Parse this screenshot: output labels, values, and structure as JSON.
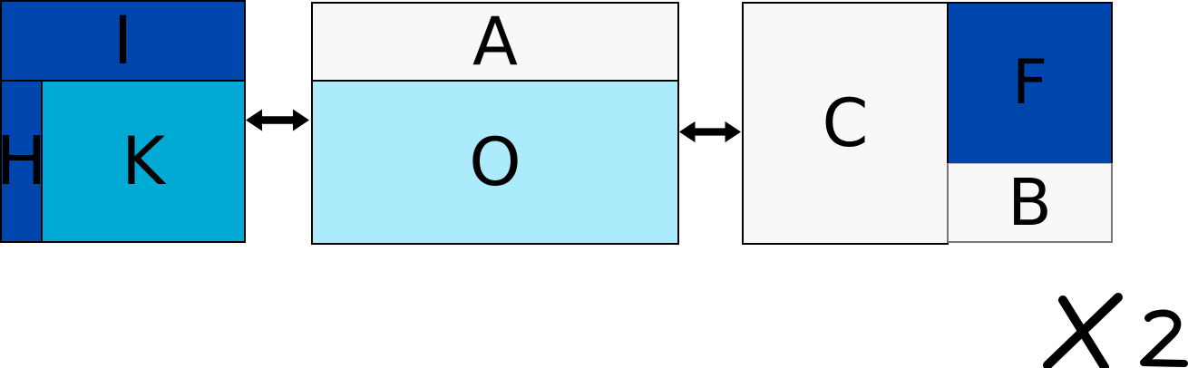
{
  "colors": {
    "dark_blue": "#0046ad",
    "cyan": "#00aad4",
    "light_cyan": "#abebfc",
    "panel": "#f8f8f8",
    "arrow": "#000000",
    "background": "#ffffff"
  },
  "left_group": {
    "i": {
      "label": "I"
    },
    "h": {
      "label": "H"
    },
    "k": {
      "label": "K"
    }
  },
  "middle_group": {
    "a": {
      "label": "A"
    },
    "o": {
      "label": "O"
    }
  },
  "right_group": {
    "c": {
      "label": "C"
    },
    "f": {
      "label": "F"
    },
    "b": {
      "label": "B"
    }
  },
  "multiplier": {
    "text": "×2"
  }
}
